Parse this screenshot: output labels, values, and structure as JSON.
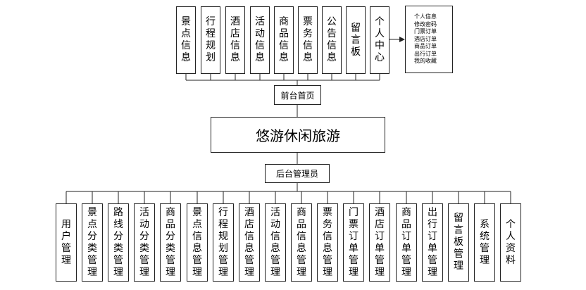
{
  "top_modules": [
    "景点信息",
    "行程规划",
    "酒店信息",
    "活动信息",
    "商品信息",
    "票务信息",
    "公告信息",
    "留言板",
    "个人中心"
  ],
  "personal_center_items": [
    "个人信息",
    "修改密码",
    "门票订单",
    "酒店订单",
    "商品订单",
    "出行订单",
    "我的收藏"
  ],
  "front_home": "前台首页",
  "system_title": "悠游休闲旅游",
  "admin": "后台管理员",
  "admin_modules": [
    "用户管理",
    "景点分类管理",
    "路线分类管理",
    "活动分类管理",
    "商品分类管理",
    "景点信息管理",
    "行程规划管理",
    "酒店信息管理",
    "活动信息管理",
    "商品信息管理",
    "票务信息管理",
    "门票订单管理",
    "酒店订单管理",
    "商品订单管理",
    "出行订单管理",
    "留言板管理",
    "系统管理",
    "个人资料"
  ]
}
